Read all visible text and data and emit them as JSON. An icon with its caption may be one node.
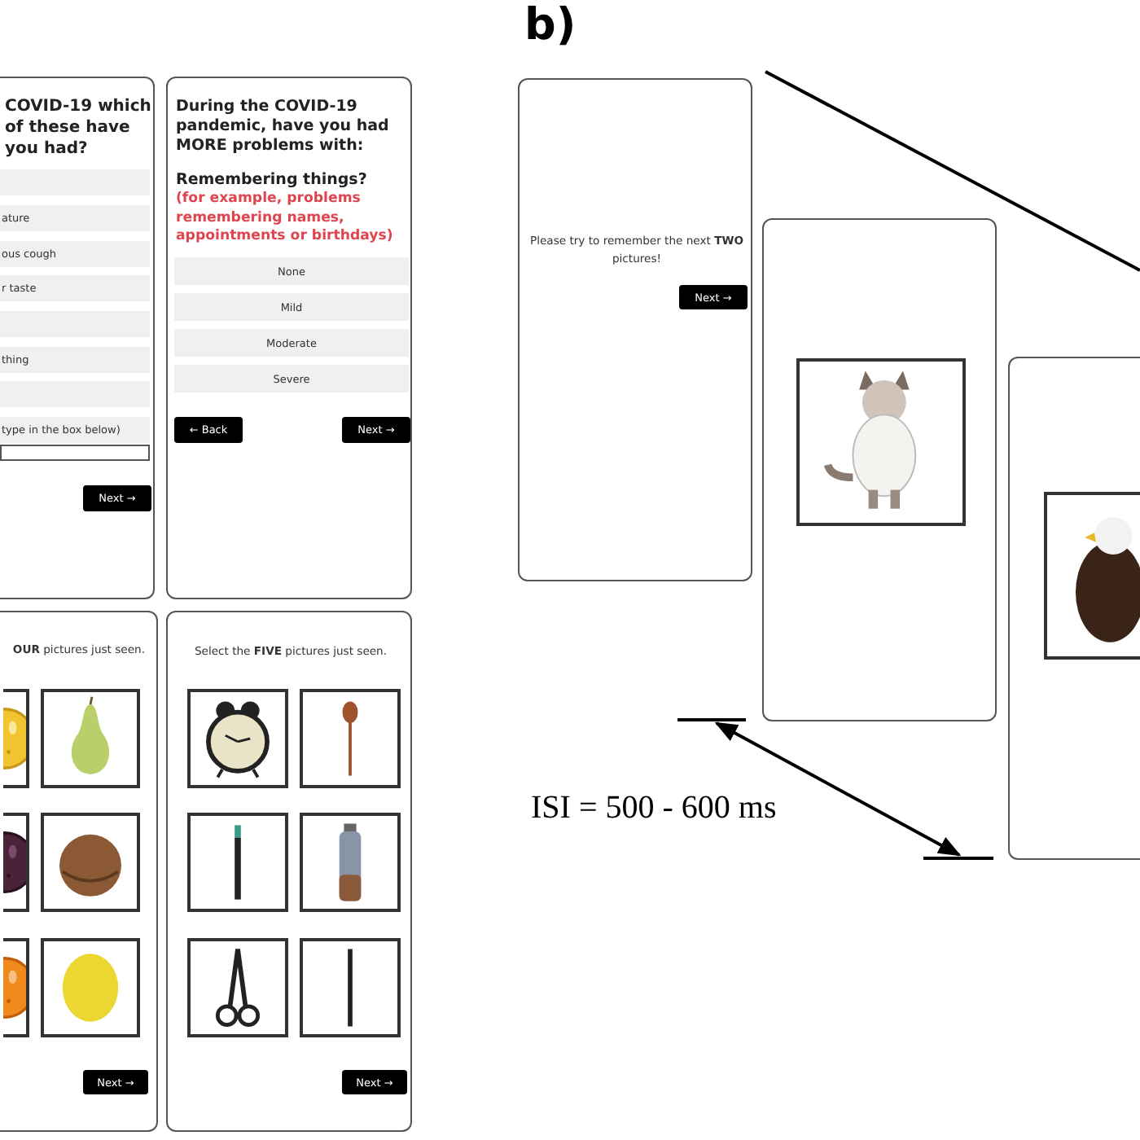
{
  "diagram": {
    "nodes": [
      {
        "text": [
          "COVID-19 which of these have you had?"
        ]
      },
      {
        "text": [],
        "shape": "bar",
        "in": 0
      },
      {
        "text": [
          "ature"
        ],
        "in": 0
      },
      {
        "text": [
          "ous cough"
        ],
        "in": 0
      },
      {
        "text": [
          "r taste"
        ],
        "in": 0
      },
      {
        "text": [],
        "shape": "bar",
        "in": 0
      },
      {
        "text": [
          "thing"
        ],
        "in": 0
      },
      {
        "text": [],
        "shape": "bar",
        "in": 0
      },
      {
        "text": [
          "type in the box below)"
        ],
        "in": 0
      },
      {
        "text": [],
        "shape": "box",
        "in": 0
      },
      {
        "text": [
          "Next →"
        ],
        "in": 0
      },
      {
        "text": [
          "During the COVID-19 pandemic, have you had **MORE** problems with:",
          "Remembering things?",
          "(for example, problems remembering names, appointments or birthdays)"
        ]
      },
      {
        "text": [
          "None"
        ],
        "in": 11
      },
      {
        "text": [
          "Mild"
        ],
        "in": 11
      },
      {
        "text": [
          "Moderate"
        ],
        "in": 11
      },
      {
        "text": [
          "Severe"
        ],
        "in": 11
      },
      {
        "text": [
          "← Back"
        ],
        "in": 11
      },
      {
        "text": [
          "Next →"
        ],
        "in": 11
      },
      {
        "text": [
          "**OUR** pictures just seen."
        ]
      },
      {
        "text": [],
        "shape": "picture",
        "in": 18
      },
      {
        "text": [],
        "shape": "picture",
        "in": 18
      },
      {
        "text": [],
        "shape": "picture",
        "in": 18
      },
      {
        "text": [],
        "shape": "picture",
        "in": 18
      },
      {
        "text": [],
        "shape": "picture",
        "in": 18
      },
      {
        "text": [],
        "shape": "picture",
        "in": 18
      },
      {
        "text": [
          "Next →"
        ],
        "in": 18
      },
      {
        "text": [
          "Select the **FIVE** pictures just seen."
        ]
      },
      {
        "text": [],
        "shape": "picture",
        "in": 26
      },
      {
        "text": [],
        "shape": "picture",
        "in": 26
      },
      {
        "text": [],
        "shape": "picture",
        "in": 26
      },
      {
        "text": [],
        "shape": "picture",
        "in": 26
      },
      {
        "text": [],
        "shape": "picture",
        "in": 26
      },
      {
        "text": [],
        "shape": "picture",
        "in": 26
      },
      {
        "text": [
          "Next →"
        ],
        "in": 26
      },
      {
        "text": [
          "Please try to remember the next **TWO** pictures!"
        ]
      },
      {
        "text": [
          "Next →"
        ],
        "in": 34
      },
      {
        "text": [],
        "shape": "box"
      },
      {
        "text": [],
        "shape": "picture",
        "in": 36
      },
      {
        "text": [],
        "shape": "box"
      },
      {
        "text": [],
        "shape": "picture",
        "in": 38
      }
    ],
    "labels": [
      "b)",
      "ISI = 500 - 600 ms"
    ]
  }
}
